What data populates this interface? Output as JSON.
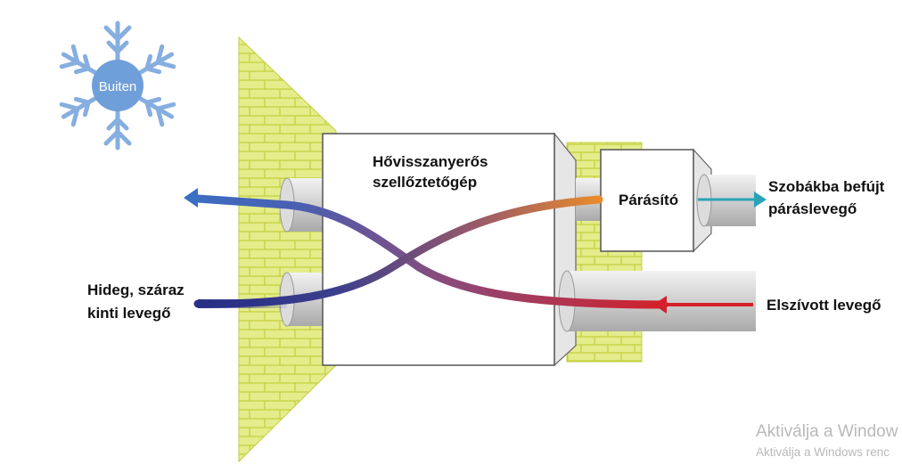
{
  "snowflake": {
    "label": "Buiten",
    "icon": "snowflake-icon",
    "color": "#6f9fd8"
  },
  "machine_label_line1": "Hővisszanyerős",
  "machine_label_line2": "szellőztetőgép",
  "humidifier_label": "Párásító",
  "supply_label_line1": "Szobákba befújt",
  "supply_label_line2": "páráslevegő",
  "outdoor_label_line1": "Hideg, száraz",
  "outdoor_label_line2": "kinti levegő",
  "extract_label": "Elszívott levegő",
  "watermark": {
    "line1": "Aktiválja a Window",
    "line2": "Aktiválja a Windows renc"
  },
  "colors": {
    "wall": "#e4ec8c",
    "wall_lines": "#c4cf3c",
    "cold_blue": "#3a6fc4",
    "dark_blue": "#2a2f86",
    "warm_orange": "#e88a2a",
    "hot_red": "#d3202a",
    "supply_teal": "#2aa3b8"
  }
}
